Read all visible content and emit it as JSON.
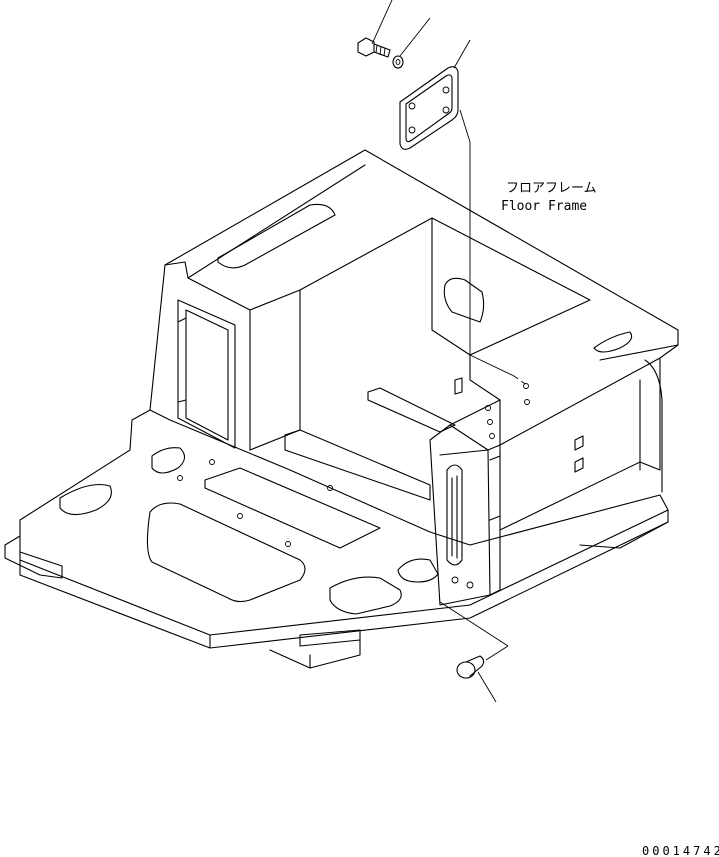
{
  "callout": {
    "label_jp": "フロアフレーム",
    "label_en": "Floor Frame"
  },
  "drawing_number": "00014742"
}
